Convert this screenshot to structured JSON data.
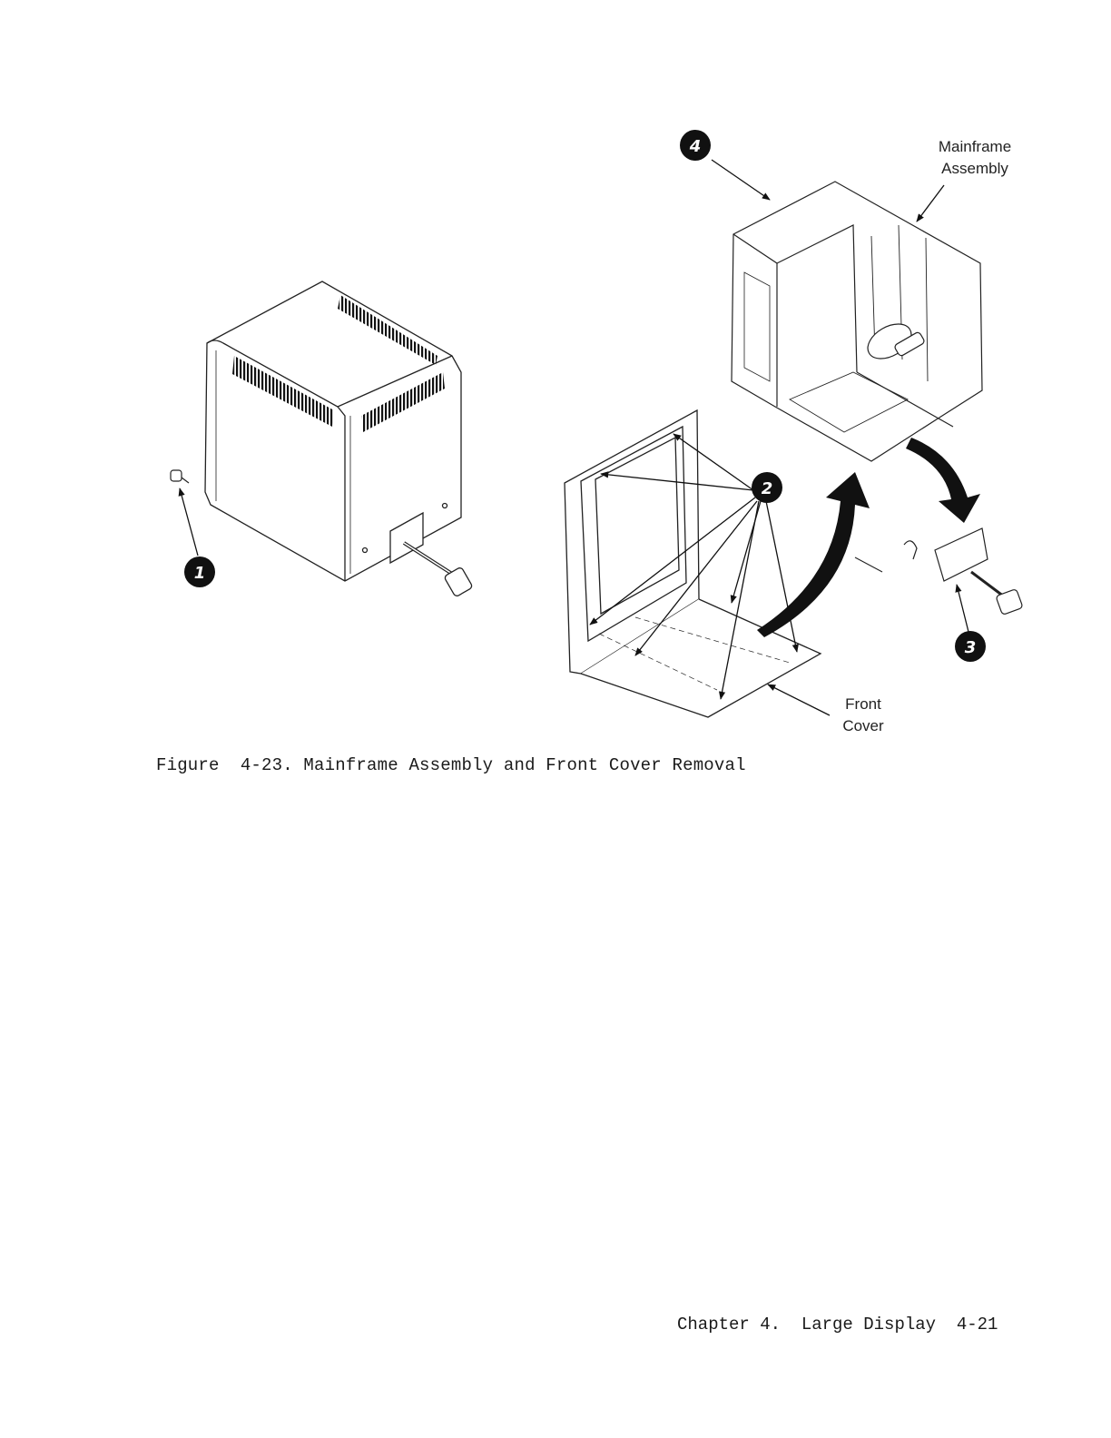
{
  "figure": {
    "callouts": [
      "1",
      "2",
      "3",
      "4"
    ],
    "labels": {
      "mainframe_line1": "Mainframe",
      "mainframe_line2": "Assembly",
      "front_line1": "Front",
      "front_line2": "Cover"
    },
    "caption": "Figure  4-23. Mainframe Assembly and Front Cover Removal"
  },
  "footer": {
    "text": "Chapter 4.  Large Display  4-21"
  }
}
